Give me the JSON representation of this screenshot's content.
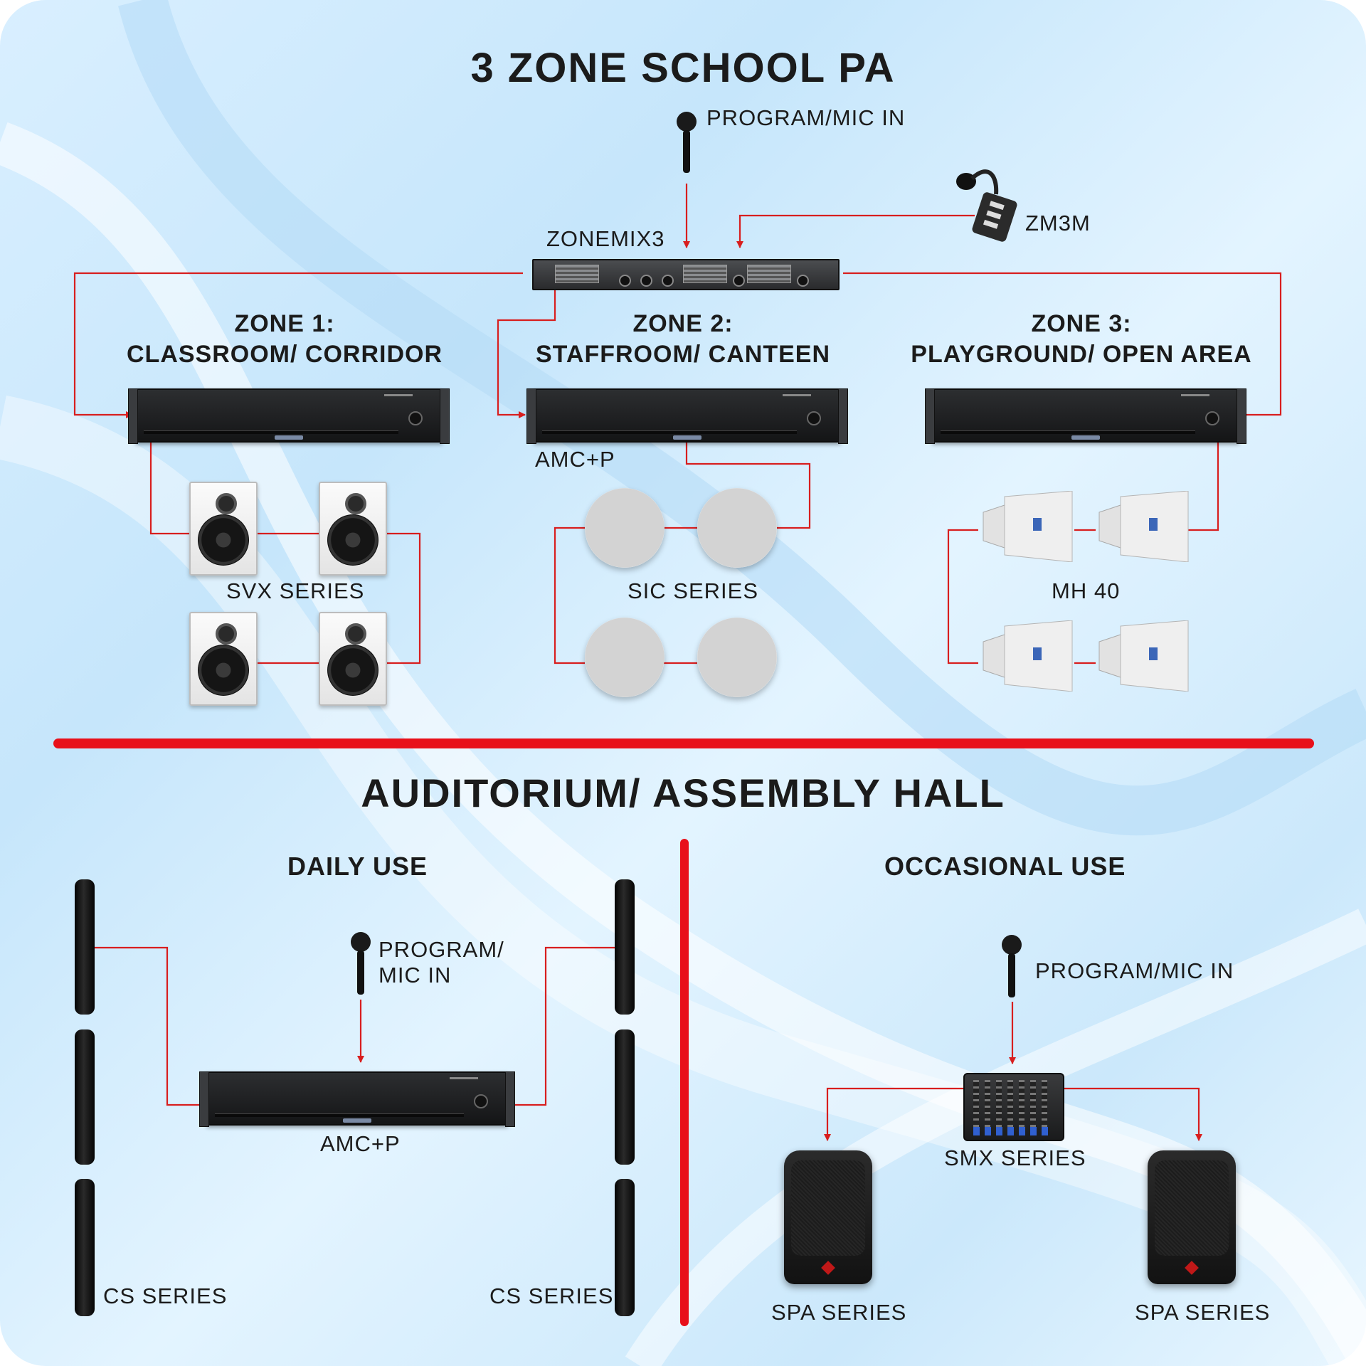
{
  "title": "3 ZONE SCHOOL PA",
  "top": {
    "program_mic_in": "PROGRAM/MIC IN",
    "zonemix": "ZONEMIX3",
    "zm3m": "ZM3M",
    "zone1": {
      "line1": "ZONE 1:",
      "line2": "CLASSROOM/ CORRIDOR",
      "speakers": "SVX SERIES"
    },
    "zone2": {
      "line1": "ZONE 2:",
      "line2": "STAFFROOM/ CANTEEN",
      "amp": "AMC+P",
      "speakers": "SIC SERIES"
    },
    "zone3": {
      "line1": "ZONE 3:",
      "line2": "PLAYGROUND/ OPEN AREA",
      "speakers": "MH 40"
    }
  },
  "bottom": {
    "title": "AUDITORIUM/ ASSEMBLY HALL",
    "daily": {
      "heading": "DAILY USE",
      "mic_line1": "PROGRAM/",
      "mic_line2": "MIC IN",
      "amp": "AMC+P",
      "left_speakers": "CS SERIES",
      "right_speakers": "CS SERIES"
    },
    "occasional": {
      "heading": "OCCASIONAL USE",
      "mic": "PROGRAM/MIC IN",
      "mixer": "SMX SERIES",
      "left_speaker": "SPA SERIES",
      "right_speaker": "SPA SERIES"
    }
  },
  "colors": {
    "wire": "#d81e1e",
    "divider": "#e8101a",
    "text": "#1b1b1b"
  },
  "icons": [
    "microphone-icon",
    "paging-microphone-icon"
  ]
}
